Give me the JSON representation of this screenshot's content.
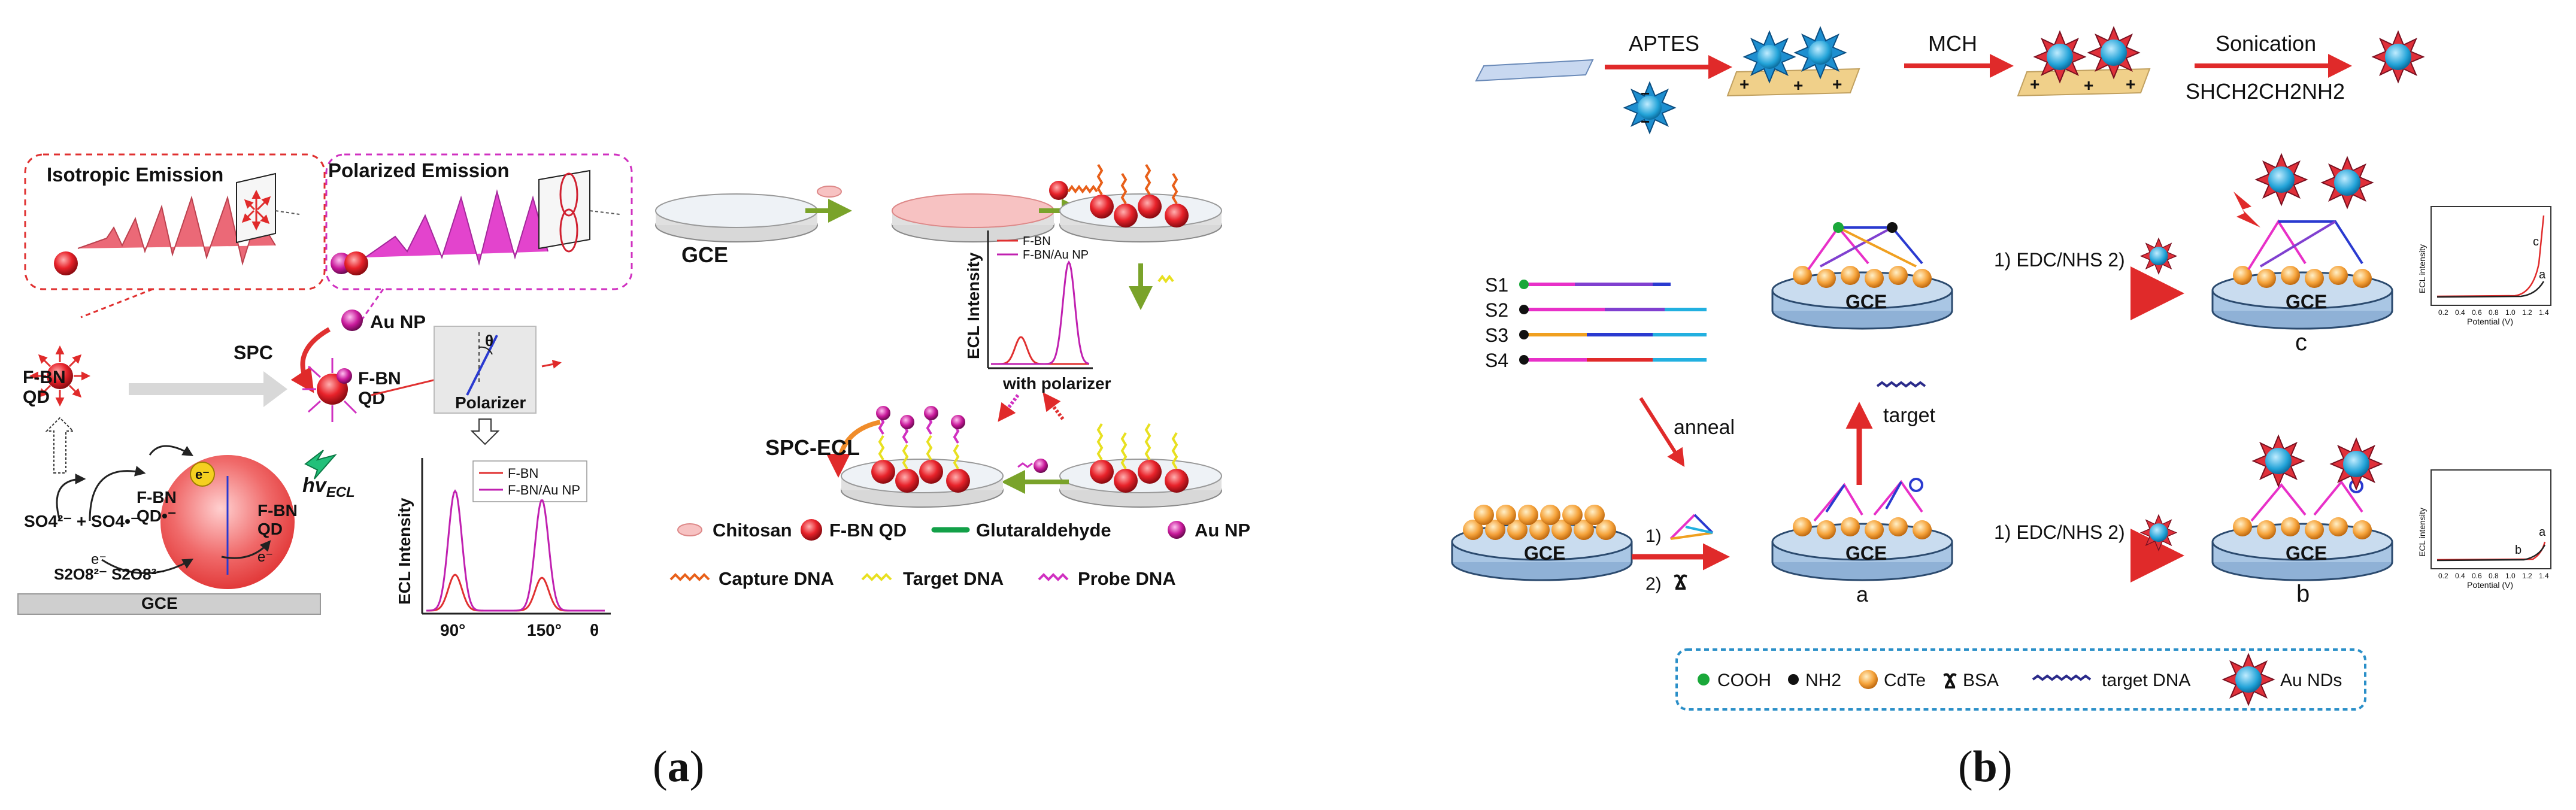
{
  "panel_a": {
    "isotropic_title": "Isotropic Emission",
    "polarized_title": "Polarized Emission",
    "fbn_qd": "F-BN\nQD",
    "spc": "SPC",
    "au_np": "Au NP",
    "theta": "θ",
    "polarizer": "Polarizer",
    "radical_left": "SO4²⁻ + SO4•⁻",
    "radical_bottom": "S2O8²⁻  S2O8²⁻",
    "electron": "e⁻",
    "qd_center": "F-BN\nQD•⁻",
    "qd_right": "F-BN\nQD",
    "hv": "hv",
    "hv_sub": "ECL",
    "electrode": "GCE",
    "plot_ylabel": "ECL Intensity",
    "plot_legend": [
      "F-BN",
      "F-BN/Au NP"
    ],
    "plot_xticks": [
      "90°",
      "150°"
    ],
    "plot_xlabel": "θ",
    "gce_left": "GCE",
    "inset_ylabel": "ECL Intensity",
    "inset_legend": [
      "F-BN",
      "F-BN/Au NP"
    ],
    "inset_xlabel": "with polarizer",
    "spc_ecl": "SPC-ECL",
    "legend": [
      "Chitosan",
      "F-BN QD",
      "Glutaraldehyde",
      "Au NP",
      "Capture DNA",
      "Target DNA",
      "Probe DNA"
    ],
    "caption": "a"
  },
  "panel_b": {
    "aptes": "APTES",
    "mch": "MCH",
    "sonication": "Sonication",
    "thiol": "SHCH2CH2NH2",
    "strands": [
      "S1",
      "S2",
      "S3",
      "S4"
    ],
    "anneal": "anneal",
    "target": "target",
    "step1": "1)",
    "step2": "2)",
    "edc_top": "1) EDC/NHS  2)",
    "edc_bottom": "1) EDC/NHS  2)",
    "gce": "GCE",
    "label_a": "a",
    "label_b": "b",
    "label_c": "c",
    "plot_ylabel": "ECL intensity",
    "plot_xlabel": "Potential (V)",
    "plot_xticks": [
      "0.2",
      "0.4",
      "0.6",
      "0.8",
      "1.0",
      "1.2",
      "1.4"
    ],
    "legend": [
      "COOH",
      "NH2",
      "CdTe",
      "BSA",
      "target DNA",
      "Au NDs"
    ],
    "caption": "b"
  },
  "colors": {
    "red_arrow": "#e02a2a",
    "green_arrow": "#7aa32a",
    "qd_red": "#e8222a",
    "magenta": "#e020c8",
    "gce_blue": "#bcd3ea",
    "star_blue": "#22a3d8",
    "dna_orange": "#e8601a",
    "dna_yellow": "#e8e020",
    "legend_border": "#2a8fc8"
  }
}
